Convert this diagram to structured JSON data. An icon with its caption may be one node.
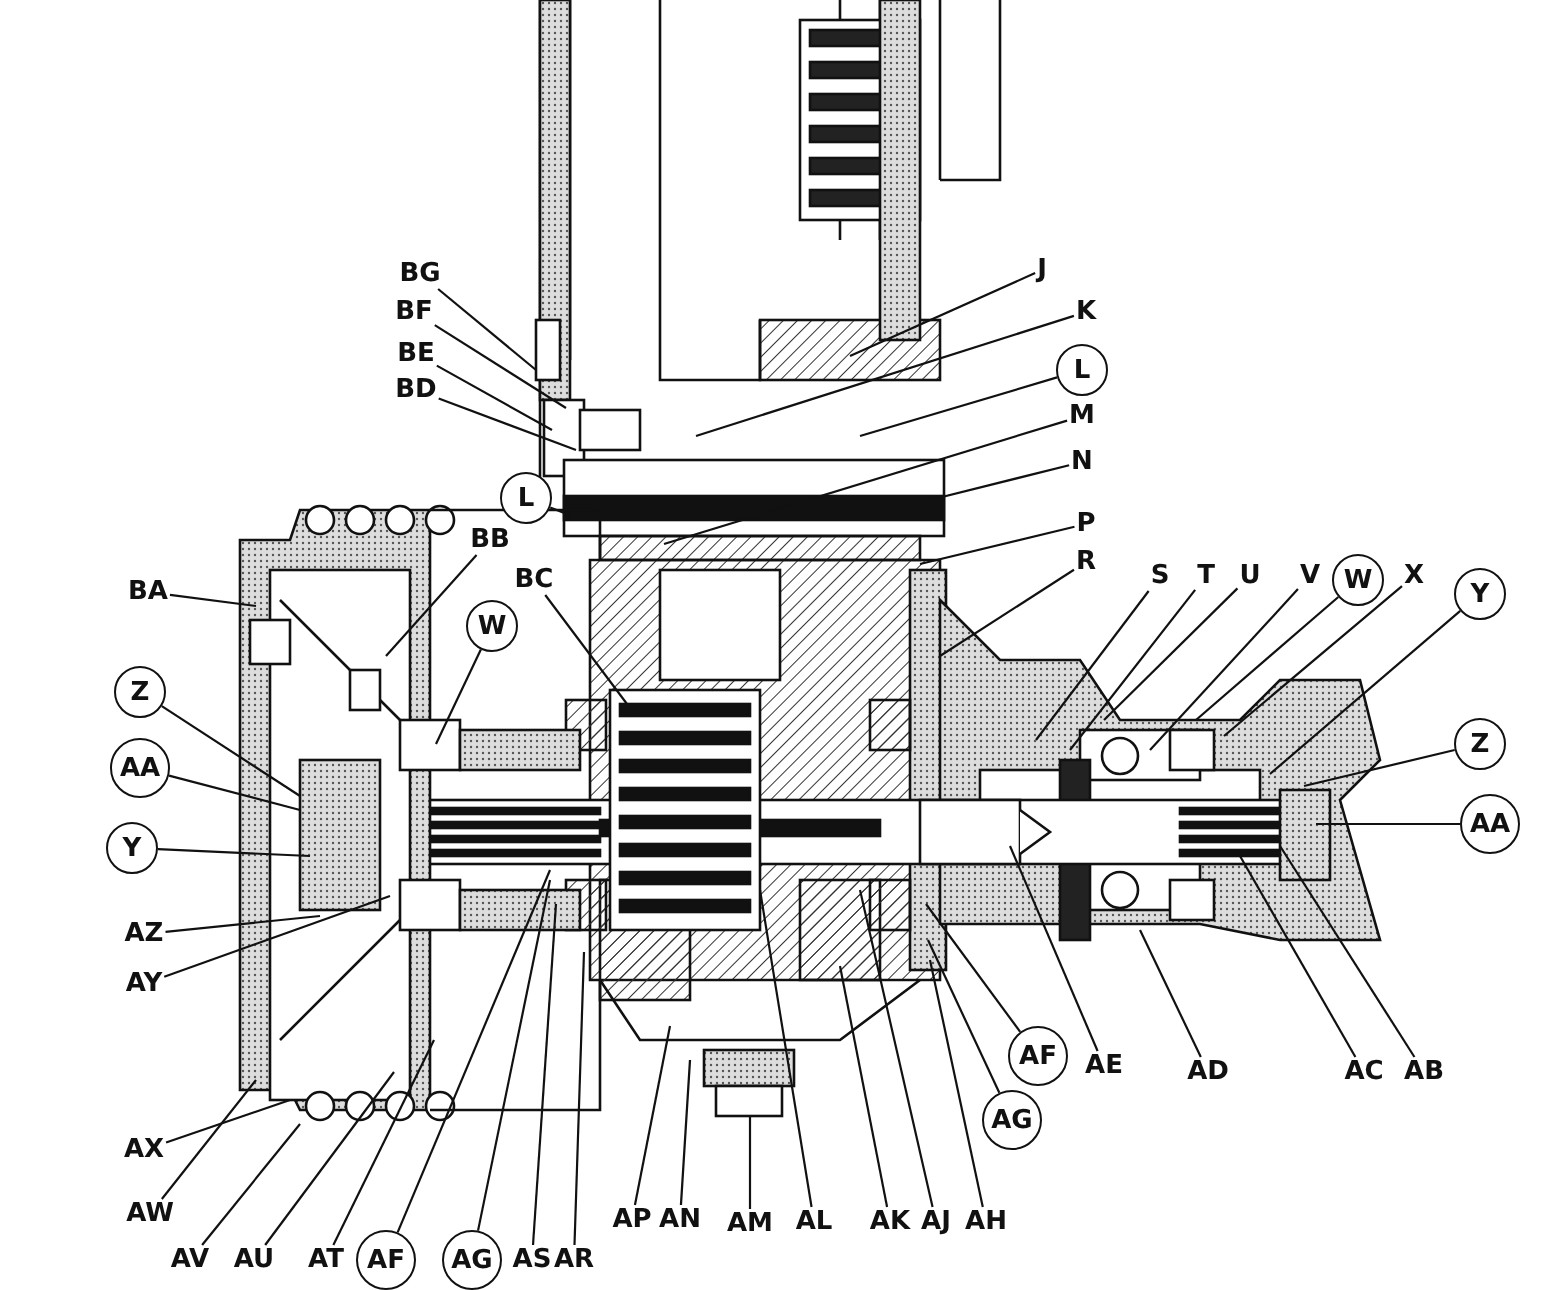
{
  "diagram": {
    "nodes": [
      {
        "text": [
          "BG"
        ]
      },
      {
        "text": [
          "BF"
        ]
      },
      {
        "text": [
          "BE"
        ]
      },
      {
        "text": [
          "BD"
        ]
      },
      {
        "text": [
          "J"
        ]
      },
      {
        "text": [
          "K"
        ]
      },
      {
        "text": [
          "L"
        ]
      },
      {
        "text": [
          "L"
        ]
      },
      {
        "text": [
          "M"
        ]
      },
      {
        "text": [
          "N"
        ]
      },
      {
        "text": [
          "P"
        ]
      },
      {
        "text": [
          "R"
        ]
      },
      {
        "text": [
          "BB"
        ]
      },
      {
        "text": [
          "BC"
        ]
      },
      {
        "text": [
          "BA"
        ]
      },
      {
        "text": [
          "S"
        ]
      },
      {
        "text": [
          "T"
        ]
      },
      {
        "text": [
          "U"
        ]
      },
      {
        "text": [
          "V"
        ]
      },
      {
        "text": [
          "W"
        ]
      },
      {
        "text": [
          "X"
        ]
      },
      {
        "text": [
          "W"
        ]
      },
      {
        "text": [
          "Y"
        ]
      },
      {
        "text": [
          "Z"
        ]
      },
      {
        "text": [
          "Z"
        ]
      },
      {
        "text": [
          "AA"
        ]
      },
      {
        "text": [
          "AA"
        ]
      },
      {
        "text": [
          "Y"
        ]
      },
      {
        "text": [
          "AZ"
        ]
      },
      {
        "text": [
          "AY"
        ]
      },
      {
        "text": [
          "AE"
        ]
      },
      {
        "text": [
          "AF"
        ]
      },
      {
        "text": [
          "AD"
        ]
      },
      {
        "text": [
          "AC"
        ]
      },
      {
        "text": [
          "AB"
        ]
      },
      {
        "text": [
          "AG"
        ]
      },
      {
        "text": [
          "AX"
        ]
      },
      {
        "text": [
          "AW"
        ]
      },
      {
        "text": [
          "AP"
        ]
      },
      {
        "text": [
          "AN"
        ]
      },
      {
        "text": [
          "AM"
        ]
      },
      {
        "text": [
          "AL"
        ]
      },
      {
        "text": [
          "AK"
        ]
      },
      {
        "text": [
          "AJ"
        ]
      },
      {
        "text": [
          "AH"
        ]
      },
      {
        "text": [
          "AV"
        ]
      },
      {
        "text": [
          "AU"
        ]
      },
      {
        "text": [
          "AT"
        ]
      },
      {
        "text": [
          "AF"
        ]
      },
      {
        "text": [
          "AG"
        ]
      },
      {
        "text": [
          "AS"
        ]
      },
      {
        "text": [
          "AR"
        ]
      }
    ],
    "edges": [
      {
        "from": 0,
        "to": null,
        "arrow": "none"
      },
      {
        "from": 1,
        "to": null,
        "arrow": "none"
      },
      {
        "from": 2,
        "to": null,
        "arrow": "none"
      },
      {
        "from": 3,
        "to": null,
        "arrow": "none"
      },
      {
        "from": 4,
        "to": null,
        "arrow": "none"
      },
      {
        "from": 5,
        "to": null,
        "arrow": "none"
      },
      {
        "from": 6,
        "to": null,
        "arrow": "none"
      },
      {
        "from": 7,
        "to": null,
        "arrow": "none"
      },
      {
        "from": 8,
        "to": null,
        "arrow": "none"
      },
      {
        "from": 9,
        "to": null,
        "arrow": "none"
      },
      {
        "from": 10,
        "to": null,
        "arrow": "none"
      },
      {
        "from": 11,
        "to": null,
        "arrow": "none"
      },
      {
        "from": 12,
        "to": null,
        "arrow": "none"
      },
      {
        "from": 13,
        "to": null,
        "arrow": "none"
      },
      {
        "from": 14,
        "to": null,
        "arrow": "none"
      },
      {
        "from": 15,
        "to": null,
        "arrow": "none"
      },
      {
        "from": 16,
        "to": null,
        "arrow": "none"
      },
      {
        "from": 17,
        "to": null,
        "arrow": "none"
      },
      {
        "from": 18,
        "to": null,
        "arrow": "none"
      },
      {
        "from": 19,
        "to": null,
        "arrow": "none"
      },
      {
        "from": 20,
        "to": null,
        "arrow": "none"
      },
      {
        "from": 21,
        "to": null,
        "arrow": "none"
      },
      {
        "from": 22,
        "to": null,
        "arrow": "none"
      },
      {
        "from": 23,
        "to": null,
        "arrow": "none"
      },
      {
        "from": 24,
        "to": null,
        "arrow": "none"
      },
      {
        "from": 25,
        "to": null,
        "arrow": "none"
      },
      {
        "from": 26,
        "to": null,
        "arrow": "none"
      },
      {
        "from": 27,
        "to": null,
        "arrow": "none"
      },
      {
        "from": 28,
        "to": null,
        "arrow": "none"
      },
      {
        "from": 29,
        "to": null,
        "arrow": "none"
      },
      {
        "from": 30,
        "to": null,
        "arrow": "none"
      },
      {
        "from": 31,
        "to": null,
        "arrow": "none"
      },
      {
        "from": 32,
        "to": null,
        "arrow": "none"
      },
      {
        "from": 33,
        "to": null,
        "arrow": "none"
      },
      {
        "from": 34,
        "to": null,
        "arrow": "none"
      },
      {
        "from": 35,
        "to": null,
        "arrow": "none"
      },
      {
        "from": 36,
        "to": null,
        "arrow": "none"
      },
      {
        "from": 37,
        "to": null,
        "arrow": "none"
      },
      {
        "from": 38,
        "to": null,
        "arrow": "none"
      },
      {
        "from": 39,
        "to": null,
        "arrow": "none"
      },
      {
        "from": 40,
        "to": null,
        "arrow": "none"
      },
      {
        "from": 41,
        "to": null,
        "arrow": "none"
      },
      {
        "from": 42,
        "to": null,
        "arrow": "none"
      },
      {
        "from": 43,
        "to": null,
        "arrow": "none"
      },
      {
        "from": 44,
        "to": null,
        "arrow": "none"
      },
      {
        "from": 45,
        "to": null,
        "arrow": "none"
      },
      {
        "from": 46,
        "to": null,
        "arrow": "none"
      },
      {
        "from": 47,
        "to": null,
        "arrow": "none"
      },
      {
        "from": 48,
        "to": null,
        "arrow": "none"
      },
      {
        "from": 49,
        "to": null,
        "arrow": "none"
      },
      {
        "from": 50,
        "to": null,
        "arrow": "none"
      },
      {
        "from": 51,
        "to": null,
        "arrow": "none"
      }
    ]
  }
}
